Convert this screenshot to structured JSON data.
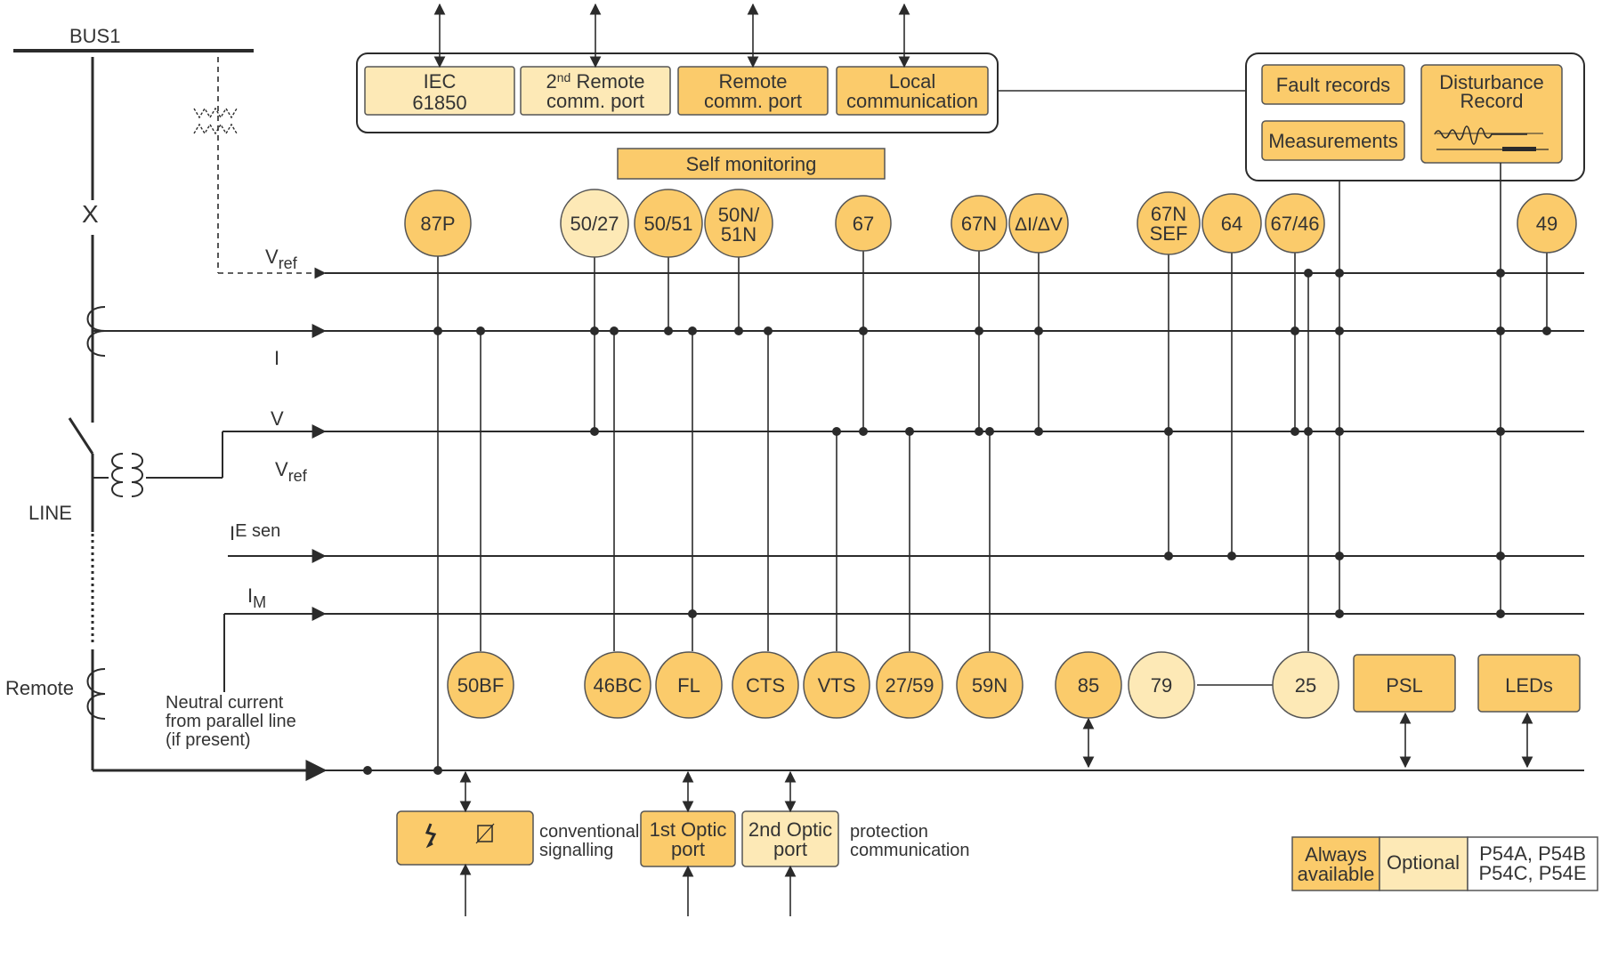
{
  "colors": {
    "always": "#fbcb6b",
    "optional": "#fde9b6",
    "line": "#2b2b2b",
    "stroke": "#555555"
  },
  "labels": {
    "bus1": "BUS1",
    "x_mark": "X",
    "vref_top": "V",
    "vref_top_sub": "ref",
    "i": "I",
    "v": "V",
    "vref_mid": "V",
    "vref_mid_sub": "ref",
    "line": "LINE",
    "ie_sen": "I",
    "ie_sen_sub": "E sen",
    "im": "I",
    "im_sub": "M",
    "remote": "Remote",
    "neutral": [
      "Neutral current",
      "from parallel line",
      "(if present)"
    ],
    "conventional": [
      "conventional",
      "signalling"
    ],
    "protection": [
      "protection",
      "communication"
    ]
  },
  "comm_ports": [
    {
      "lines": [
        "IEC",
        "61850"
      ],
      "kind": "optional"
    },
    {
      "lines": [
        "2nd Remote",
        "comm. port"
      ],
      "kind": "optional",
      "sup": "nd"
    },
    {
      "lines": [
        "Remote",
        "comm. port"
      ],
      "kind": "always"
    },
    {
      "lines": [
        "Local",
        "communication"
      ],
      "kind": "always"
    }
  ],
  "self_monitoring": "Self monitoring",
  "records": {
    "fault": "Fault records",
    "measurements": "Measurements",
    "disturbance": [
      "Disturbance",
      "Record"
    ]
  },
  "top_functions": [
    {
      "lines": [
        "87P"
      ],
      "kind": "always"
    },
    {
      "lines": [
        "50/27"
      ],
      "kind": "optional"
    },
    {
      "lines": [
        "50/51"
      ],
      "kind": "always"
    },
    {
      "lines": [
        "50N/",
        "51N"
      ],
      "kind": "always"
    },
    {
      "lines": [
        "67"
      ],
      "kind": "always"
    },
    {
      "lines": [
        "67N"
      ],
      "kind": "always"
    },
    {
      "lines": [
        "ΔI/ΔV"
      ],
      "kind": "always"
    },
    {
      "lines": [
        "67N",
        "SEF"
      ],
      "kind": "always"
    },
    {
      "lines": [
        "64"
      ],
      "kind": "always"
    },
    {
      "lines": [
        "67/46"
      ],
      "kind": "always"
    },
    {
      "lines": [
        "49"
      ],
      "kind": "always"
    }
  ],
  "bottom_functions": [
    {
      "lines": [
        "50BF"
      ],
      "kind": "always"
    },
    {
      "lines": [
        "46BC"
      ],
      "kind": "always"
    },
    {
      "lines": [
        "FL"
      ],
      "kind": "always"
    },
    {
      "lines": [
        "CTS"
      ],
      "kind": "always"
    },
    {
      "lines": [
        "VTS"
      ],
      "kind": "always"
    },
    {
      "lines": [
        "27/59"
      ],
      "kind": "always"
    },
    {
      "lines": [
        "59N"
      ],
      "kind": "always"
    },
    {
      "lines": [
        "85"
      ],
      "kind": "always"
    },
    {
      "lines": [
        "79"
      ],
      "kind": "optional"
    },
    {
      "lines": [
        "25"
      ],
      "kind": "optional"
    }
  ],
  "psl": "PSL",
  "leds": "LEDs",
  "optic_ports": [
    {
      "lines": [
        "1st Optic",
        "port"
      ],
      "kind": "always"
    },
    {
      "lines": [
        "2nd Optic",
        "port"
      ],
      "kind": "optional"
    }
  ],
  "legend": {
    "always": [
      "Always",
      "available"
    ],
    "optional": "Optional",
    "models": [
      "P54A, P54B",
      "P54C, P54E"
    ]
  }
}
